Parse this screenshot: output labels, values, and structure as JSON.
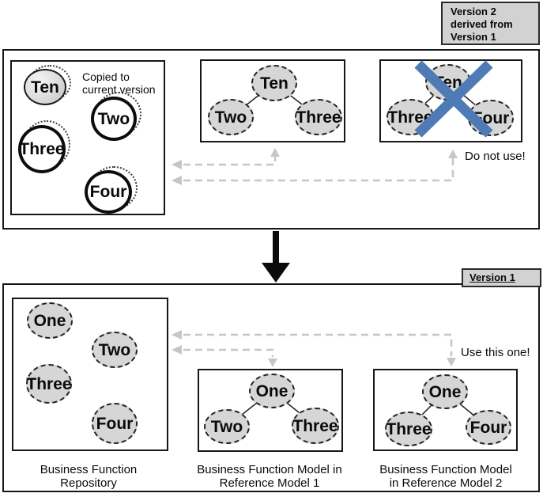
{
  "tags": {
    "version2": "Version 2\nderived from\nVersion 1",
    "version1": "Version 1"
  },
  "v2": {
    "repo": {
      "note": "Copied to\ncurrent version",
      "nodes": [
        {
          "label": "Ten"
        },
        {
          "label": "Two"
        },
        {
          "label": "Three"
        },
        {
          "label": "Four"
        }
      ]
    },
    "model1": {
      "nodes": [
        {
          "label": "Ten"
        },
        {
          "label": "Two"
        },
        {
          "label": "Three"
        }
      ]
    },
    "model2": {
      "nodes": [
        {
          "label": "Ten"
        },
        {
          "label": "Three"
        },
        {
          "label": "Four"
        }
      ]
    },
    "do_not_use": "Do not use!"
  },
  "v1": {
    "repo": {
      "nodes": [
        {
          "label": "One"
        },
        {
          "label": "Two"
        },
        {
          "label": "Three"
        },
        {
          "label": "Four"
        }
      ]
    },
    "model1": {
      "nodes": [
        {
          "label": "One"
        },
        {
          "label": "Two"
        },
        {
          "label": "Three"
        }
      ]
    },
    "model2": {
      "nodes": [
        {
          "label": "One"
        },
        {
          "label": "Three"
        },
        {
          "label": "Four"
        }
      ]
    },
    "use_this_one": "Use this one!",
    "captions": {
      "repo": "Business Function\nRepository",
      "model1": "Business Function Model in\nReference Model 1",
      "model2": "Business Function Model\nin Reference Model 2"
    }
  },
  "colors": {
    "connector": "#c6c6c6",
    "cross": "#4e7bb5",
    "arrow": "#0a0a0a",
    "tree_line": "#1f1f1f",
    "tag_bg": "#d2d2d2"
  }
}
